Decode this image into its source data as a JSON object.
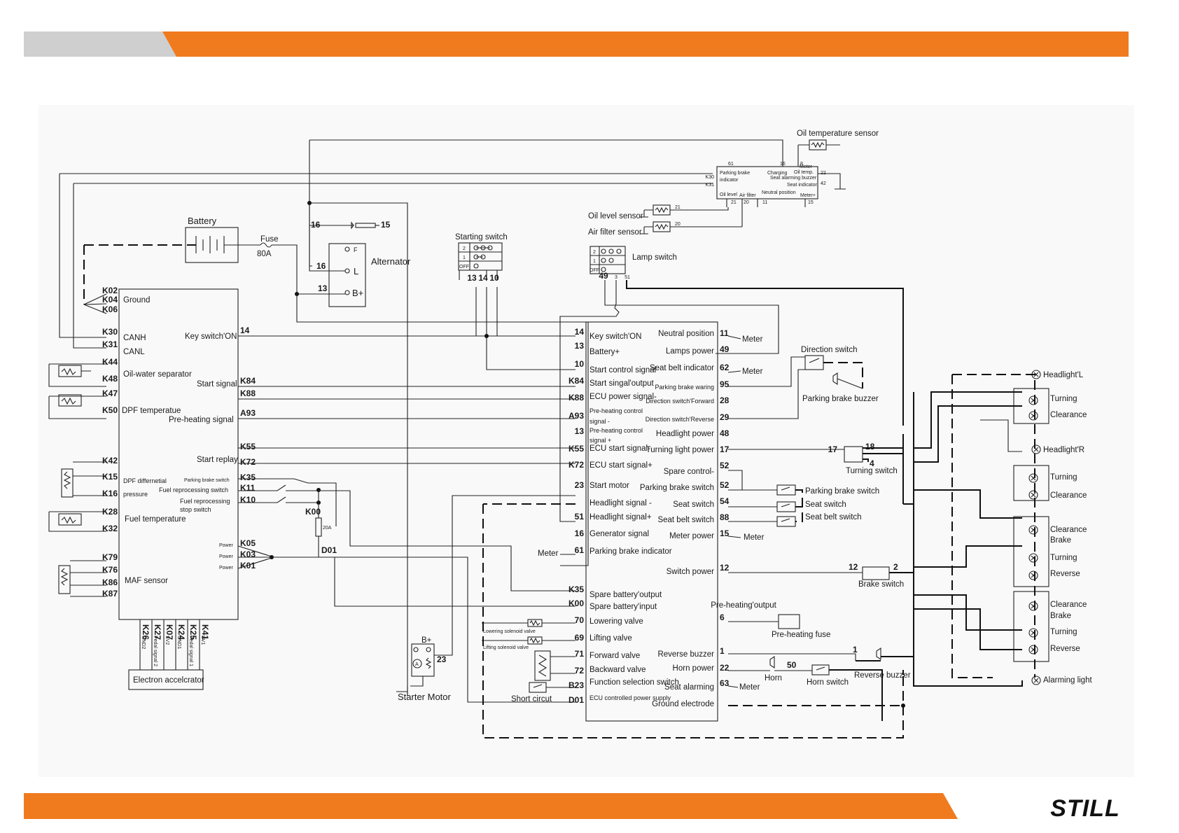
{
  "colors": {
    "accent": "#f07a1e",
    "gray": "#cfcfcf",
    "ink": "#1a1a1a"
  },
  "brand": {
    "logo": "STILL"
  },
  "battery": {
    "title": "Battery",
    "fuse": "Fuse",
    "fuse_rating": "80A"
  },
  "alternator": {
    "title": "Alternator",
    "f": "F",
    "l": "L",
    "bplus": "B+",
    "p16a": "16",
    "p15": "15",
    "p16b": "16",
    "p13": "13"
  },
  "ecu_left": {
    "ground": "Ground",
    "canh": "CANH",
    "canl": "CANL",
    "key_on": "Key switch'ON",
    "oil_water": "Oil-water separator",
    "start_signal": "Start signal",
    "dpf_temp": "DPF temperatue",
    "preheat": "Pre-heating signal",
    "start_replay": "Start replay",
    "dpf_diff": "DPF differnetial",
    "pressure": "pressure",
    "parking_brake": "Parking brake switch",
    "fuel_repro": "Fuel reprocessing switch",
    "fuel_stop1": "Fuel reprocessing",
    "fuel_stop2": "stop switch",
    "fuel_temp": "Fuel temperature",
    "maf": "MAF sensor",
    "power": "Power",
    "left_pins": [
      "K02",
      "K04",
      "K06",
      "K30",
      "K31",
      "K44",
      "K48",
      "K47",
      "K50",
      "K42",
      "K15",
      "K16",
      "K28",
      "K32",
      "K79",
      "K76",
      "K86",
      "K87"
    ],
    "right_pins": [
      "14",
      "K84",
      "K88",
      "A93",
      "K55",
      "K72",
      "K35",
      "K11",
      "K10",
      "K05",
      "K03",
      "K01"
    ],
    "bottom_pins": [
      "K26",
      "K27",
      "K07",
      "K24",
      "K25",
      "K41"
    ],
    "bottom_labels": [
      "GND2",
      "Pedal signal 2",
      "SV2",
      "GND1",
      "Pedal signal 1",
      "SV1"
    ],
    "k00": "K00",
    "d01": "D01",
    "fuse20": "20A"
  },
  "accelerator": {
    "label": "Electron accelcrator"
  },
  "starting_switch": {
    "title": "Starting switch",
    "rows": [
      "2",
      "1",
      "OFF"
    ],
    "pins": [
      "13",
      "14",
      "10"
    ]
  },
  "lamp_switch": {
    "title": "Lamp switch",
    "rows": [
      "2",
      "1",
      "OFF"
    ],
    "pins": [
      "49",
      "3",
      "51"
    ]
  },
  "meter_unit": {
    "oil_temp_sensor": "Oil temperature sensor",
    "oil_level_sensor": "Oil level sensor",
    "air_filter_sensor": "Air filter sensor",
    "parking_brake": "Parking brake",
    "indicator": "indicator",
    "charging": "Charging",
    "oil_temp": "Oil temp.",
    "seat_alarm": "Seat alarming buzzer",
    "seat_indicator": "Seat indicator",
    "oil_level": "Oil level",
    "air_filter": "Air filter",
    "neutral": "Neutral position",
    "meter_minus": "Meter-",
    "meter_plus": "Meter+",
    "pins": [
      "61",
      "16",
      "8",
      "21",
      "20",
      "11",
      "15",
      "K30",
      "K31",
      "22",
      "42",
      "21",
      "20"
    ]
  },
  "controller": {
    "left_pins": [
      "14",
      "13",
      "10",
      "K84",
      "K88",
      "A93",
      "13",
      "K55",
      "K72",
      "23",
      "51",
      "16",
      "61",
      "K35",
      "K00",
      "70",
      "69",
      "71",
      "72",
      "B23",
      "D01"
    ],
    "left_labels": [
      "Key switch'ON",
      "Battery+",
      "Start control signal",
      "Start singal'output",
      "ECU power signal-",
      "Pre-heating control",
      "signal -",
      "Pre-heating control",
      "signal +",
      "ECU start signal-",
      "ECU start signal+",
      "Start motor",
      "Headlight signal -",
      "Headlight signal+",
      "Generator signal",
      "Parking brake indicator",
      "Spare battery'output",
      "Spare battery'input",
      "Lowering valve",
      "Lifting valve",
      "Forward valve",
      "Backward valve",
      "Function selection switch",
      "ECU controlled power supply"
    ],
    "right_pins": [
      "11",
      "49",
      "62",
      "95",
      "28",
      "29",
      "48",
      "17",
      "52",
      "52",
      "54",
      "88",
      "15",
      "12",
      "6",
      "1",
      "22",
      "63"
    ],
    "right_labels": [
      "Neutral position",
      "Lamps power",
      "Seat belt indicator",
      "Parking brake waring",
      "Direction switch'Forward",
      "Direction switch'Reverse",
      "Headlight power",
      "Turning light power",
      "Spare control-",
      "Parking brake switch",
      "Seat switch",
      "Seat belt switch",
      "Meter power",
      "Switch power",
      "Pre-heating'output",
      "Reverse buzzer",
      "Horn power",
      "Seat alarming",
      "Ground electrode"
    ],
    "meter": "Meter"
  },
  "right_side": {
    "direction_switch": "Direction switch",
    "parking_buzzer": "Parking brake buzzer",
    "turning_switch": "Turning switch",
    "ts_pins": [
      "17",
      "18",
      "4"
    ],
    "parking_switch": "Parking brake switch",
    "seat_switch": "Seat switch",
    "seat_belt_switch": "Seat belt switch",
    "brake_switch": "Brake switch",
    "bs_pins": [
      "12",
      "2"
    ],
    "preheat_fuse": "Pre-heating fuse",
    "horn": "Horn",
    "horn_switch": "Horn switch",
    "horn_pin": "50",
    "reverse_buzzer": "Reverse buzzer",
    "rb_pin": "1",
    "headlight_l": "Headlight'L",
    "headlight_r": "Headlight'R",
    "turning": "Turning",
    "clearance": "Clearance",
    "brake": "Brake",
    "reverse": "Reverse",
    "alarming_light": "Alarming light"
  },
  "starter": {
    "label": "Starter Motor",
    "bplus": "B+",
    "a": "A",
    "pin": "23"
  },
  "valves": {
    "lowering": "Lowering solenoid valve",
    "lifting": "Lifting solenoid valve",
    "short_circuit": "Short circut"
  }
}
